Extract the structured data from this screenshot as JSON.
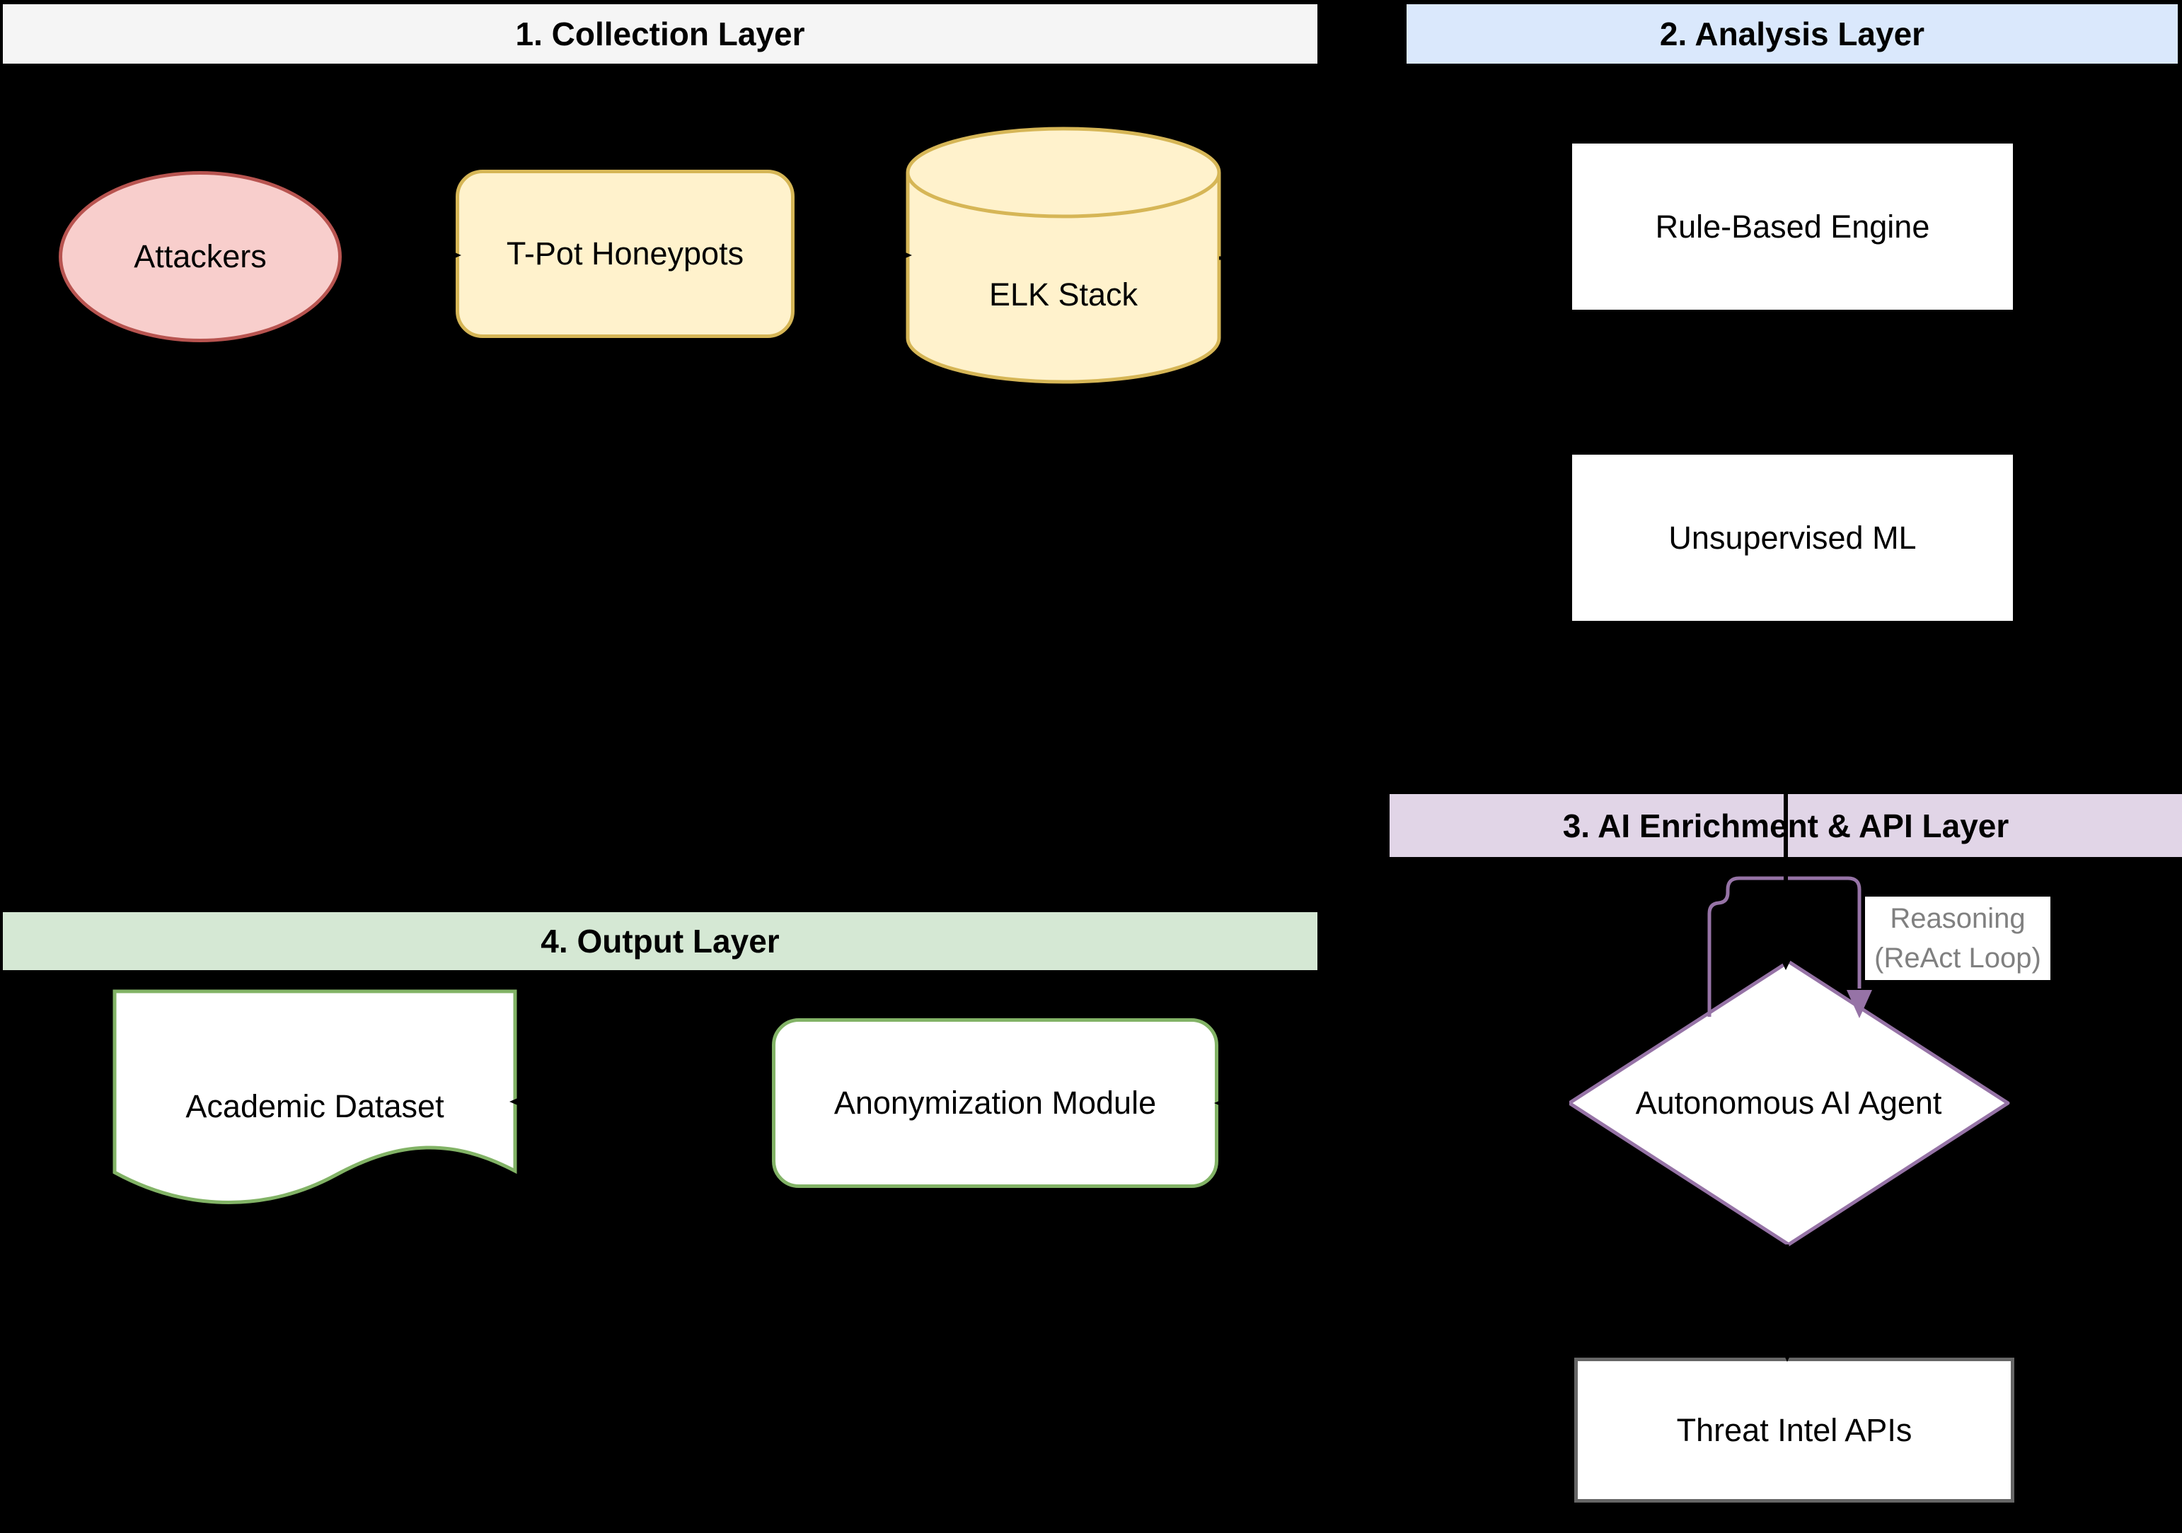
{
  "diagram": {
    "background": "#000000",
    "layers": [
      {
        "id": "collection",
        "label": "1. Collection Layer",
        "color": "#f5f5f5"
      },
      {
        "id": "analysis",
        "label": "2. Analysis Layer",
        "color": "#dae8fc"
      },
      {
        "id": "ai_enrichment",
        "label": "3. AI Enrichment & API Layer",
        "color": "#e1d5e7"
      },
      {
        "id": "output",
        "label": "4. Output Layer",
        "color": "#d5e8d4"
      }
    ],
    "nodes": [
      {
        "id": "attackers",
        "label": "Attackers",
        "shape": "ellipse",
        "fill": "#f8cecc",
        "stroke": "#b85450"
      },
      {
        "id": "tpot_honeypots",
        "label": "T-Pot Honeypots",
        "shape": "rounded-rect",
        "fill": "#fff2cc",
        "stroke": "#d6b656"
      },
      {
        "id": "elk_stack",
        "label": "ELK Stack",
        "shape": "cylinder",
        "fill": "#fff2cc",
        "stroke": "#d6b656"
      },
      {
        "id": "rule_based_engine",
        "label": "Rule-Based Engine",
        "shape": "rect",
        "fill": "#ffffff",
        "stroke": "#000000"
      },
      {
        "id": "unsupervised_ml",
        "label": "Unsupervised ML",
        "shape": "rect",
        "fill": "#ffffff",
        "stroke": "#000000"
      },
      {
        "id": "autonomous_ai_agent",
        "label": "Autonomous AI Agent",
        "shape": "diamond",
        "fill": "#ffffff",
        "stroke": "#9673a6"
      },
      {
        "id": "threat_intel_apis",
        "label": "Threat Intel APIs",
        "shape": "rect",
        "fill": "#ffffff",
        "stroke": "#666666"
      },
      {
        "id": "academic_dataset",
        "label": "Academic Dataset",
        "shape": "document",
        "fill": "#ffffff",
        "stroke": "#82b366"
      },
      {
        "id": "anonymization_module",
        "label": "Anonymization Module",
        "shape": "rounded-rect",
        "fill": "#ffffff",
        "stroke": "#82b366"
      }
    ],
    "edge_label": {
      "line1": "Reasoning",
      "line2": "(ReAct Loop)",
      "text_color": "#808080",
      "loop_color": "#9673a6"
    }
  }
}
